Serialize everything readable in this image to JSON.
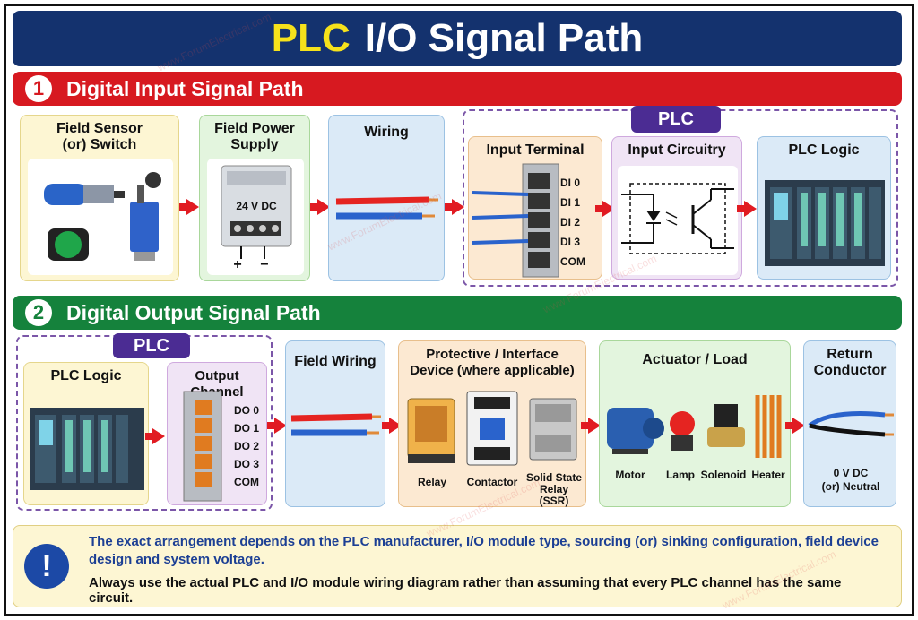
{
  "title": {
    "part1": "PLC",
    "part2": "I/O Signal Path"
  },
  "input_section": {
    "number": "1",
    "title": "Digital Input Signal Path",
    "field_sensor": {
      "title": "Field Sensor\n(or) Switch"
    },
    "power_supply": {
      "title": "Field Power\nSupply",
      "voltage": "24 V DC",
      "plus": "+",
      "minus": "−"
    },
    "wiring": {
      "title": "Wiring"
    },
    "plc_tag": "PLC",
    "input_terminal": {
      "title": "Input Terminal",
      "terminals": [
        "DI 0",
        "DI 1",
        "DI 2",
        "DI 3",
        "COM"
      ]
    },
    "input_circuitry": {
      "title": "Input Circuitry"
    },
    "plc_logic": {
      "title": "PLC Logic"
    }
  },
  "output_section": {
    "number": "2",
    "title": "Digital Output Signal Path",
    "plc_tag": "PLC",
    "plc_logic": {
      "title": "PLC Logic"
    },
    "output_channel": {
      "title": "Output Channel",
      "terminals": [
        "DO 0",
        "DO 1",
        "DO 2",
        "DO 3",
        "COM"
      ]
    },
    "field_wiring": {
      "title": "Field Wiring"
    },
    "protective": {
      "title": "Protective / Interface\nDevice (where applicable)",
      "items": [
        "Relay",
        "Contactor",
        "Solid State\nRelay (SSR)"
      ]
    },
    "actuator": {
      "title": "Actuator / Load",
      "items": [
        "Motor",
        "Lamp",
        "Solenoid",
        "Heater"
      ]
    },
    "return": {
      "title": "Return\nConductor",
      "label": "0 V DC\n(or) Neutral"
    }
  },
  "note": {
    "line1": "The exact arrangement depends on the PLC manufacturer, I/O module type, sourcing (or) sinking configuration, field device design and system voltage.",
    "line2": "Always use the actual PLC and I/O module wiring diagram rather than assuming that every PLC channel has the same circuit."
  },
  "watermark": "www.ForumElectrical.com",
  "colors": {
    "title_bg": "#14326e",
    "title_accent": "#f6e21b",
    "input_band": "#d71920",
    "output_band": "#15823c",
    "plc_tag": "#4b2c93",
    "arrow": "#e11b22"
  }
}
